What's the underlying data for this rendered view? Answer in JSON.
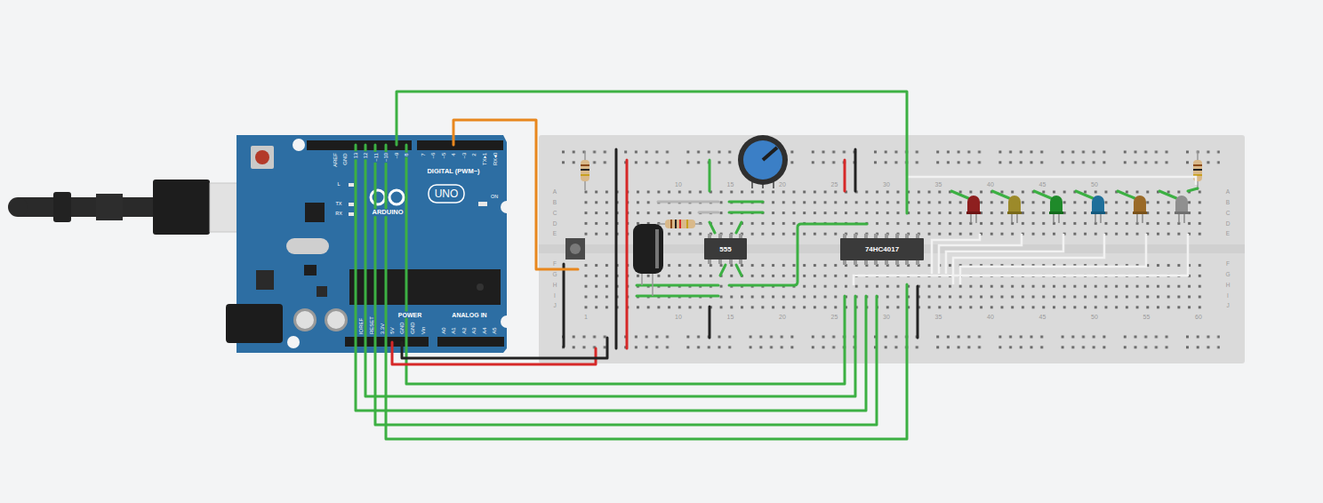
{
  "diagram": {
    "nodes": [
      {
        "text": [
          "555"
        ]
      },
      {
        "text": [
          "74HC4017"
        ]
      }
    ],
    "labels": [
      "AREF",
      "GND",
      "13",
      "12",
      "~11",
      "~10",
      "~9",
      "8",
      "7",
      "~6",
      "~5",
      "4",
      "~3",
      "2",
      "TX▸1",
      "RX◂0",
      "DIGITAL (PWM~)",
      "L",
      "TX",
      "RX",
      "ARDUINO",
      "UNO",
      "ON",
      "POWER",
      "ANALOG IN",
      "IOREF",
      "RESET",
      "3.3V",
      "5V",
      "GND",
      "GND",
      "Vin",
      "A0",
      "A1",
      "A2",
      "A3",
      "A4",
      "A5",
      "10",
      "15",
      "20",
      "25",
      "30",
      "35",
      "40",
      "45",
      "50",
      "1",
      "10",
      "15",
      "20",
      "25",
      "30",
      "35",
      "40",
      "45",
      "50",
      "55",
      "60",
      "A",
      "B",
      "C",
      "D",
      "E",
      "F",
      "G",
      "H",
      "I",
      "J",
      "A",
      "B",
      "C",
      "D",
      "E",
      "F",
      "G",
      "H",
      "I",
      "J"
    ]
  }
}
